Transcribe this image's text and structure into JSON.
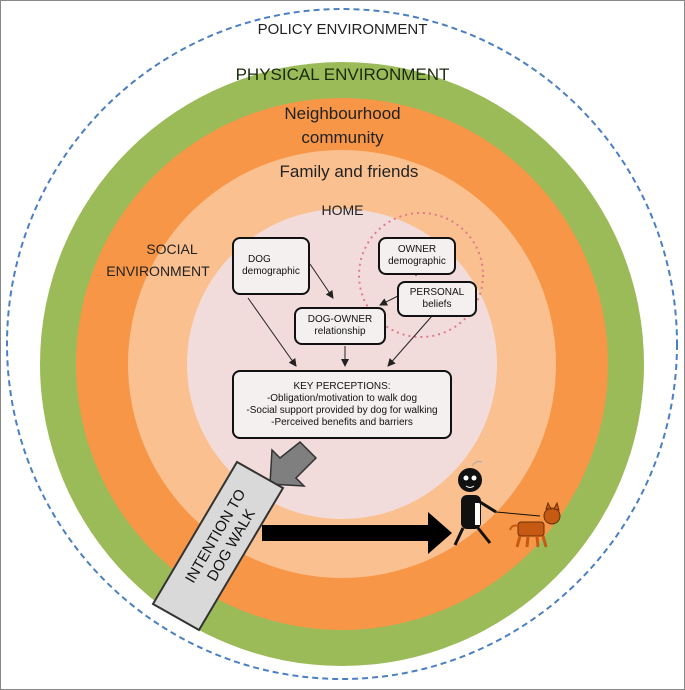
{
  "diagram": {
    "rings": {
      "policy": {
        "label": "POLICY ENVIRONMENT",
        "stroke": "#4a7fc1"
      },
      "physical": {
        "label": "PHYSICAL ENVIRONMENT",
        "fill": "#9bbb59"
      },
      "neighbourhood": {
        "label_line1": "Neighbourhood",
        "label_line2": "community",
        "fill": "#f79646"
      },
      "family": {
        "label": "Family and friends",
        "fill": "#fac090"
      },
      "home": {
        "label": "HOME",
        "fill": "#f2dcdb"
      },
      "social": {
        "label_line1": "SOCIAL",
        "label_line2": "ENVIRONMENT"
      }
    },
    "boxes": {
      "dog_demographic": {
        "line1": "DOG",
        "line2": "demographic"
      },
      "owner_demographic": {
        "line1": "OWNER",
        "line2": "demographic"
      },
      "personal_beliefs": {
        "line1": "PERSONAL",
        "line2": "beliefs"
      },
      "dog_owner_relationship": {
        "line1": "DOG-OWNER",
        "line2": "relationship"
      },
      "key_perceptions": {
        "title": "KEY PERCEPTIONS:",
        "items": [
          "-Obligation/motivation to walk dog",
          "-Social support provided by dog  for walking",
          "-Perceived benefits and barriers"
        ]
      }
    },
    "intention": {
      "line1": "INTENTION TO",
      "line2": "DOG WALK"
    },
    "icons": [
      "person-walking-icon",
      "dog-icon"
    ],
    "colors": {
      "dotted_circle": "#e07b8a",
      "box_fill": "#f4f0f0",
      "intention_fill": "#d9d9d9"
    }
  }
}
